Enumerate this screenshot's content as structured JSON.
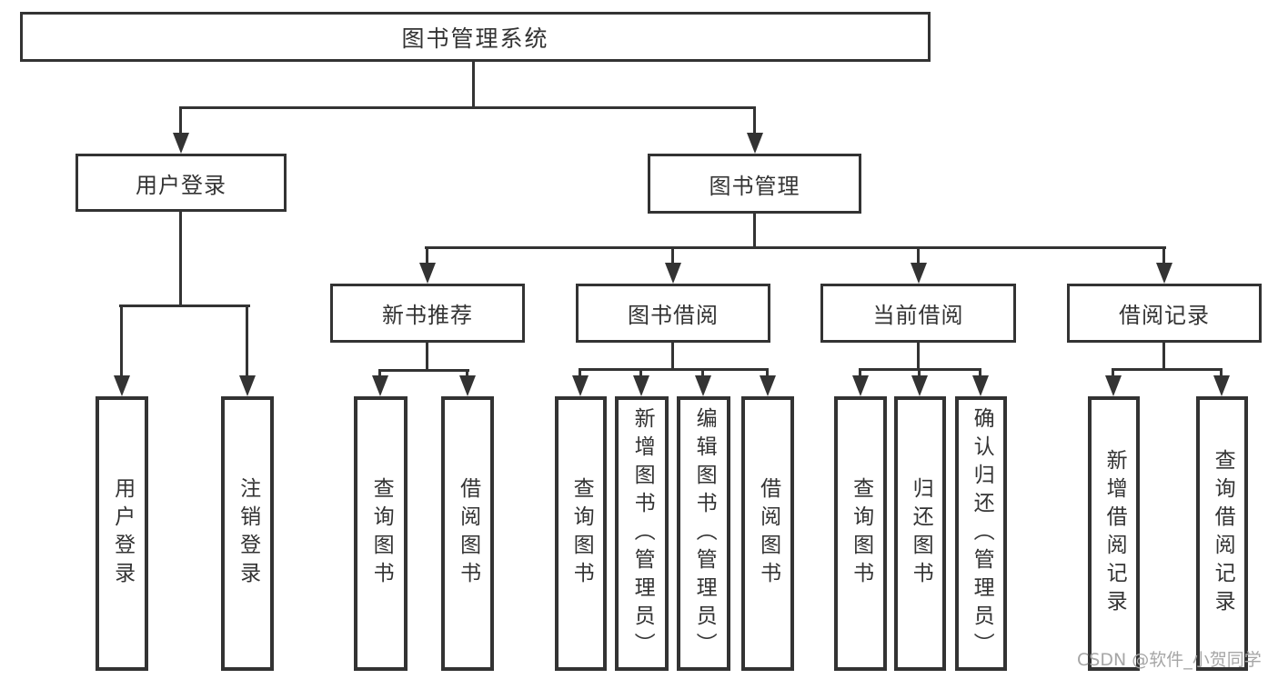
{
  "diagram_title": "图书管理系统",
  "nodes": {
    "root": {
      "label": "图书管理系统"
    },
    "user_login": {
      "label": "用户登录"
    },
    "book_mgmt": {
      "label": "图书管理"
    },
    "new_books": {
      "label": "新书推荐"
    },
    "book_borrow": {
      "label": "图书借阅"
    },
    "current_borrow": {
      "label": "当前借阅"
    },
    "borrow_records": {
      "label": "借阅记录"
    },
    "leaf_user_login": {
      "label": "用户登录"
    },
    "leaf_logout": {
      "label": "注销登录"
    },
    "leaf_nb_query": {
      "label": "查询图书"
    },
    "leaf_nb_borrow": {
      "label": "借阅图书"
    },
    "leaf_bb_query": {
      "label": "查询图书"
    },
    "leaf_bb_add": {
      "label": "新增图书（管理员）"
    },
    "leaf_bb_edit": {
      "label": "编辑图书（管理员）"
    },
    "leaf_bb_borrow": {
      "label": "借阅图书"
    },
    "leaf_cb_query": {
      "label": "查询图书"
    },
    "leaf_cb_return": {
      "label": "归还图书"
    },
    "leaf_cb_confirm": {
      "label": "确认归还（管理员）"
    },
    "leaf_br_add": {
      "label": "新增借阅记录"
    },
    "leaf_br_query": {
      "label": "查询借阅记录"
    }
  },
  "hierarchy": {
    "图书管理系统": {
      "用户登录": [
        "用户登录",
        "注销登录"
      ],
      "图书管理": {
        "新书推荐": [
          "查询图书",
          "借阅图书"
        ],
        "图书借阅": [
          "查询图书",
          "新增图书（管理员）",
          "编辑图书（管理员）",
          "借阅图书"
        ],
        "当前借阅": [
          "查询图书",
          "归还图书",
          "确认归还（管理员）"
        ],
        "借阅记录": [
          "新增借阅记录",
          "查询借阅记录"
        ]
      }
    }
  },
  "watermark": {
    "text": "CSDN @软件_小贺同学"
  },
  "colors": {
    "line": "#333333",
    "text": "#333333",
    "watermark": "#a6a6a6",
    "background": "#ffffff"
  }
}
